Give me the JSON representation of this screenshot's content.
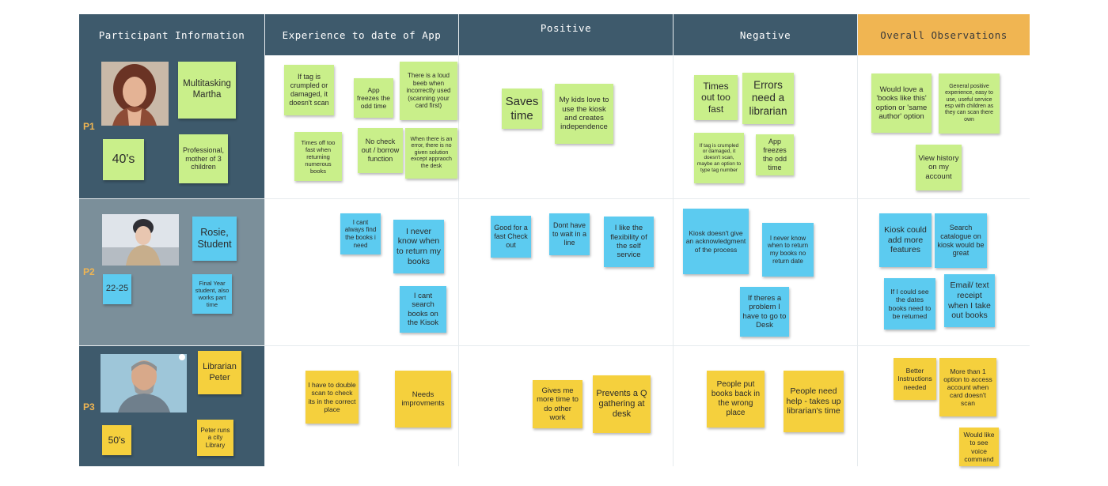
{
  "headers": {
    "participant": "Participant Information",
    "experience": "Experience to date of App",
    "positive": "Positive",
    "negative": "Negative",
    "observations": "Overall Observations"
  },
  "colors": {
    "header_dark": "#3e5a6c",
    "header_accent": "#f0b552",
    "p1_panel": "#3e5a6c",
    "p2_panel": "#7b8f9a",
    "p3_panel": "#3e5a6c",
    "note_green": "#c9ef8a",
    "note_blue": "#5ccbf0",
    "note_yellow": "#f5d03d",
    "label_accent": "#f0b552"
  },
  "participants": [
    {
      "label": "P1",
      "name": "Multitasking Martha",
      "age": "40's",
      "desc": "Professional, mother of 3 children"
    },
    {
      "label": "P2",
      "name": "Rosie, Student",
      "age": "22-25",
      "desc": "Final Year student, also works part time"
    },
    {
      "label": "P3",
      "name": "Librarian Peter",
      "age": "50's",
      "desc": "Peter runs a city Library"
    }
  ],
  "notes": {
    "p1": {
      "experience": [
        "If tag is crumpled or damaged, it doesn't scan",
        "App freezes the odd time",
        "There is a loud beeb when incorrectly used (scanning your card first)",
        "Times off too fast when returning numerous books",
        "No check out / borrow function",
        "When there is an error, there is no given solution except appraoch the desk"
      ],
      "positive": [
        "Saves time",
        "My kids love to use the kiosk and creates independence"
      ],
      "negative": [
        "Times out too fast",
        "Errors need a librarian",
        "If tag is crumpled or damaged, it doesn't scan, maybe an option to type tag number",
        "App freezes the odd time"
      ],
      "observations": [
        "Would love a 'books like this' option or 'same author' option",
        "General positive experience, easy to use, useful service esp with children as they can scan there own",
        "View history on my account"
      ]
    },
    "p2": {
      "experience": [
        "I cant always find the books i need",
        "I never know when to return my books",
        "I cant search books on the Kisok"
      ],
      "positive": [
        "Good for a fast Check out",
        "Dont have to wait in a line",
        "I like the flexibility of the self service"
      ],
      "negative": [
        "Kiosk doesn't give an acknowledgment of the process",
        "I never know when to return my books no return date",
        "If theres a problem I have to go to Desk"
      ],
      "observations": [
        "Kiosk could add more features",
        "Search catalogue on kiosk would be great",
        "If I could see the dates books need to be returned",
        "Email/ text receipt when I take out books"
      ]
    },
    "p3": {
      "experience": [
        "I have to double scan to check its in the correct place",
        "Needs improvments"
      ],
      "positive": [
        "Gives me more time to do other work",
        "Prevents a Q gathering at desk"
      ],
      "negative": [
        "People put books back in the wrong place",
        "People need help - takes up librarian's time"
      ],
      "observations": [
        "Better Instructions needed",
        "More than 1 option to access account when card doesn't scan",
        "Would like to see voice command"
      ]
    }
  }
}
